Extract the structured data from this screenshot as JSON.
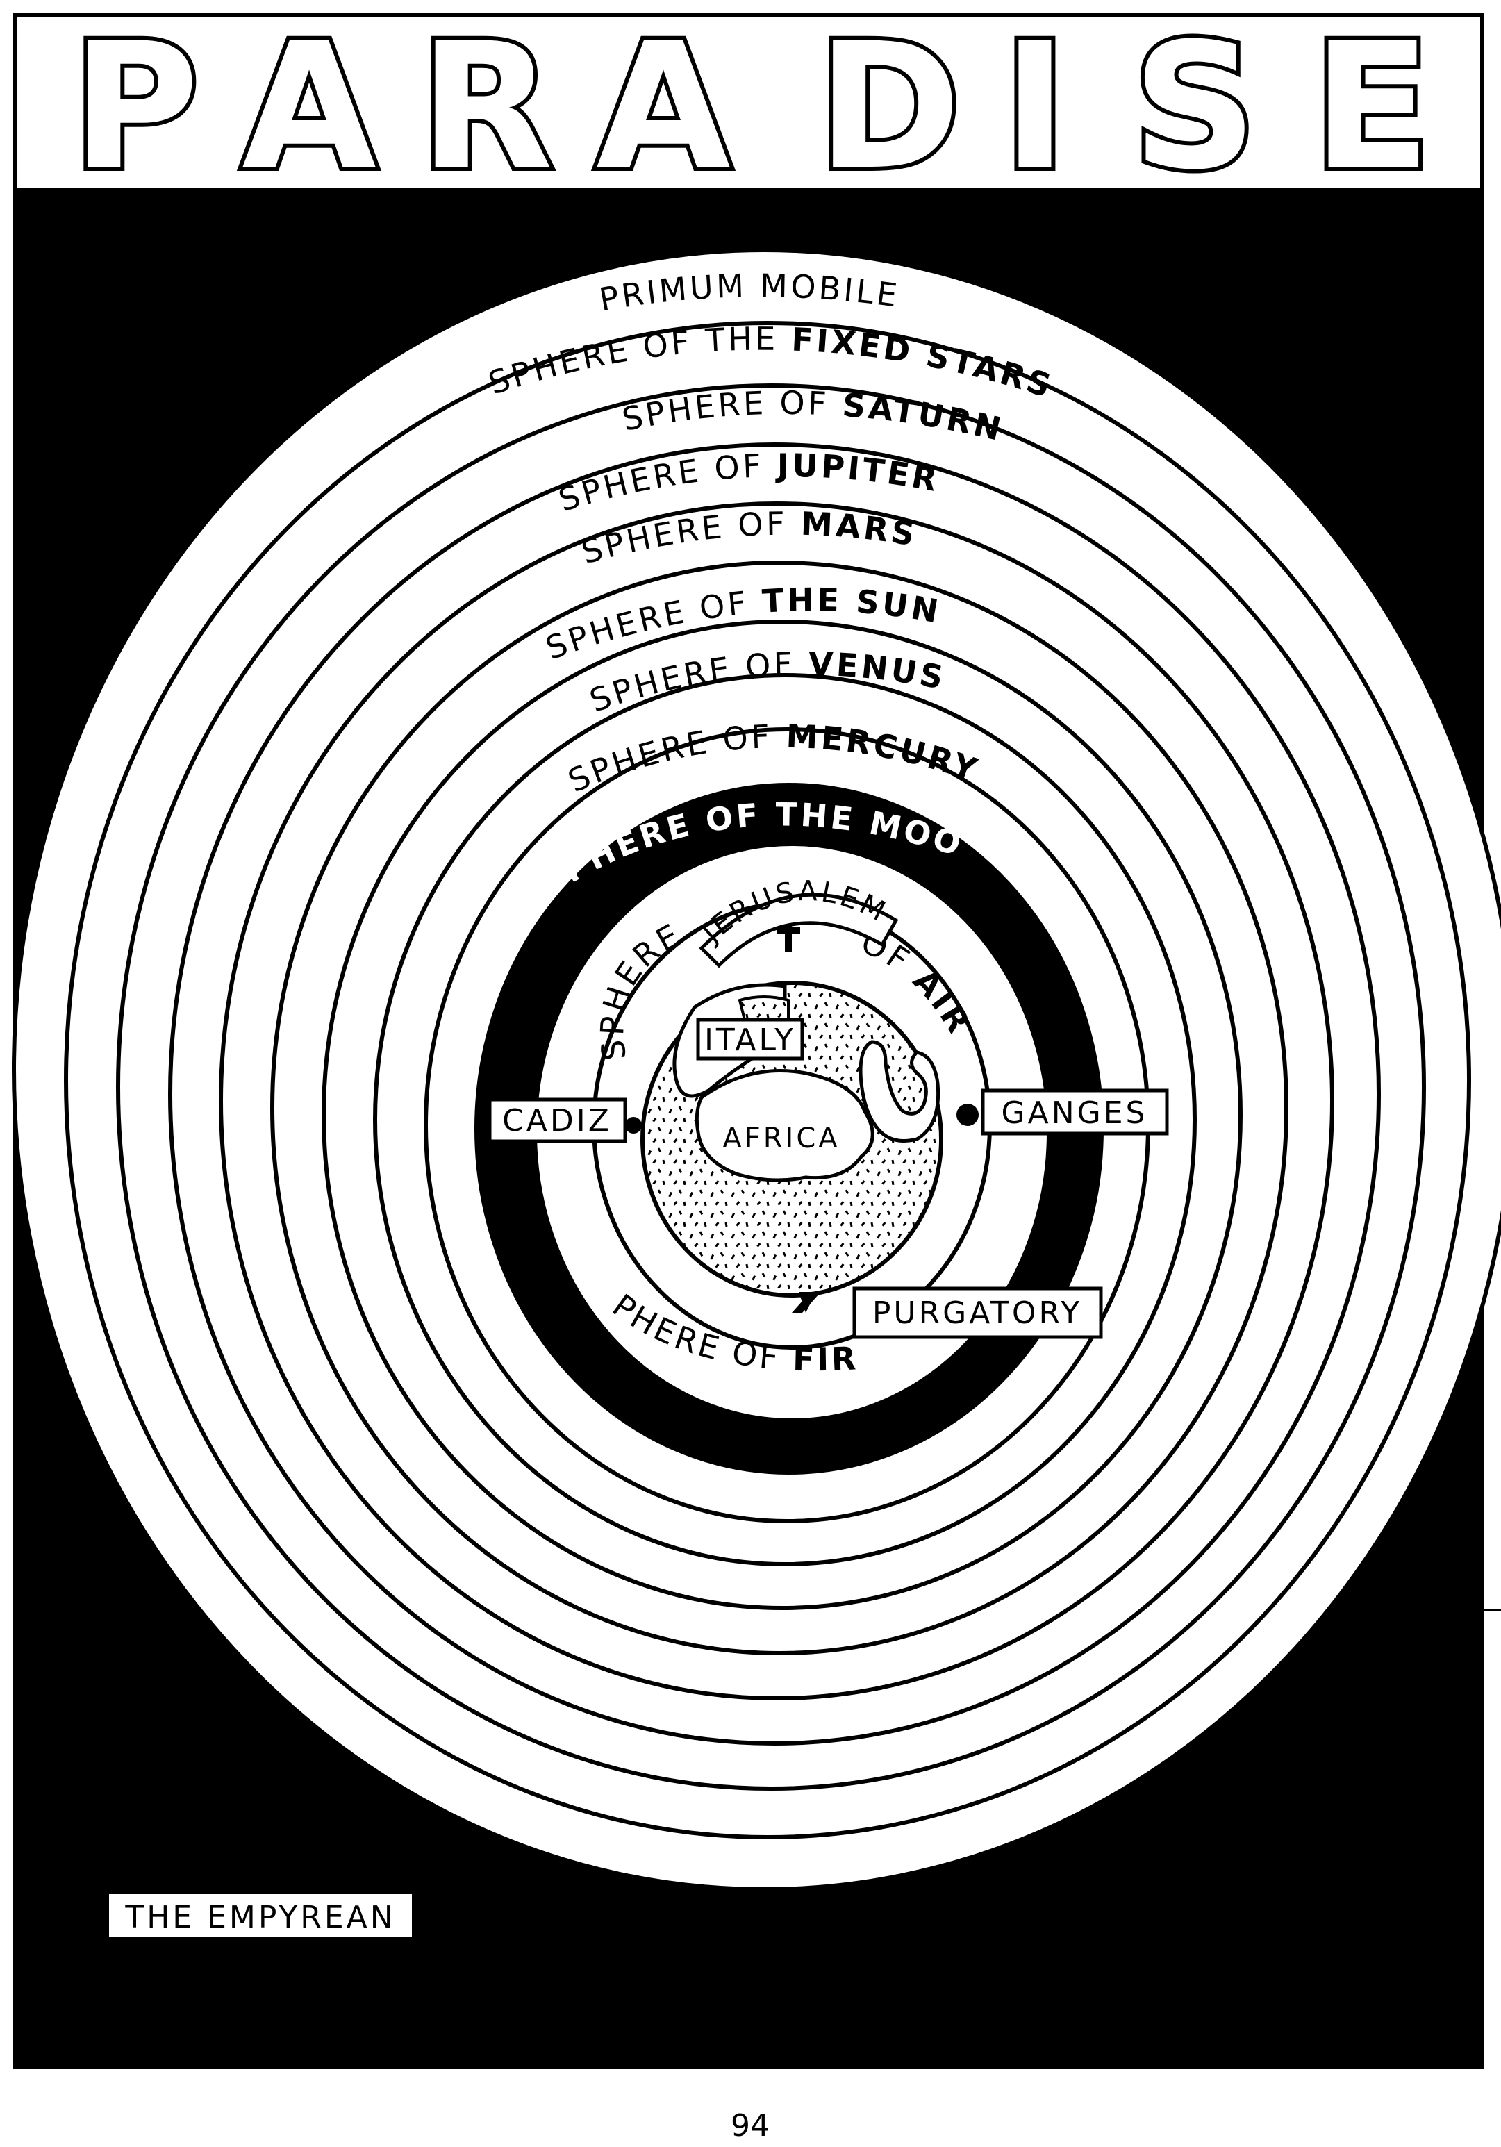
{
  "title": [
    "P",
    "A",
    "R",
    "A",
    "D",
    "I",
    "S",
    "E"
  ],
  "spheres": [
    {
      "id": "primum-mobile",
      "text": "PRIMUM MOBILE",
      "prefix": "PRIMUM MOBILE",
      "name": ""
    },
    {
      "id": "fixed-stars",
      "text": "SPHERE OF THE FIXED STARS",
      "prefix": "SPHERE OF THE ",
      "name": "FIXED STARS"
    },
    {
      "id": "saturn",
      "text": "SPHERE OF SATURN",
      "prefix": "SPHERE OF ",
      "name": "SATURN"
    },
    {
      "id": "jupiter",
      "text": "SPHERE OF JUPITER",
      "prefix": "SPHERE OF ",
      "name": "JUPITER"
    },
    {
      "id": "mars",
      "text": "SPHERE OF MARS",
      "prefix": "SPHERE OF ",
      "name": "MARS"
    },
    {
      "id": "sun",
      "text": "SPHERE OF THE SUN",
      "prefix": "SPHERE OF ",
      "name": "THE SUN"
    },
    {
      "id": "venus",
      "text": "SPHERE OF VENUS",
      "prefix": "SPHERE OF ",
      "name": "VENUS"
    },
    {
      "id": "mercury",
      "text": "SPHERE OF MERCURY",
      "prefix": "SPHERE OF ",
      "name": "MERCURY"
    },
    {
      "id": "moon",
      "text": "SPHERE OF THE MOON",
      "prefix": "SPHERE OF ",
      "name": "THE MOON"
    }
  ],
  "air": {
    "prefix": "SPHERE",
    "suffix": "OF ",
    "name": "AIR"
  },
  "fire": {
    "prefix": "SPHERE OF ",
    "name": "FIRE"
  },
  "places": {
    "jerusalem": "JERUSALEM",
    "italy": "ITALY",
    "africa": "AFRICA",
    "cadiz": "CADIZ",
    "ganges": "GANGES",
    "purgatory": "PURGATORY"
  },
  "empyrean": "THE EMPYREAN",
  "page_number": "94",
  "colors": {
    "ink": "#000000",
    "paper": "#ffffff"
  }
}
